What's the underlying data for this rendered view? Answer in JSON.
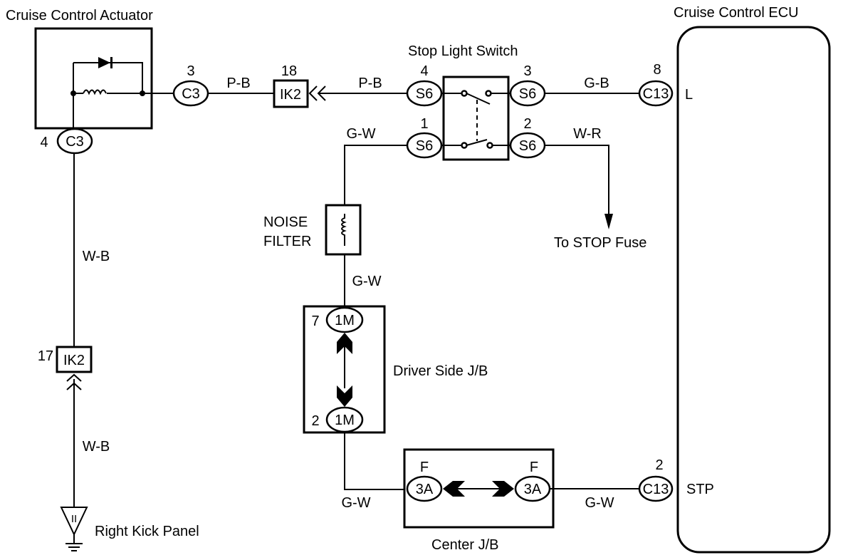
{
  "components": {
    "actuator": "Cruise Control Actuator",
    "ecu": "Cruise Control ECU",
    "stop_light_switch": "Stop Light Switch",
    "noise_filter": [
      "NOISE",
      "FILTER"
    ],
    "driver_jb": "Driver Side J/B",
    "center_jb": "Center J/B",
    "ground": "Right Kick Panel",
    "stop_fuse": "To STOP Fuse"
  },
  "connectors": {
    "c3_3": {
      "code": "C3",
      "pin": "3"
    },
    "c3_4": {
      "code": "C3",
      "pin": "4"
    },
    "ik2_18": {
      "code": "IK2",
      "pin": "18"
    },
    "ik2_17": {
      "code": "IK2",
      "pin": "17"
    },
    "s6_4": {
      "code": "S6",
      "pin": "4"
    },
    "s6_1": {
      "code": "S6",
      "pin": "1"
    },
    "s6_3": {
      "code": "S6",
      "pin": "3"
    },
    "s6_2": {
      "code": "S6",
      "pin": "2"
    },
    "c13_8": {
      "code": "C13",
      "pin": "8",
      "terminal": "L"
    },
    "c13_2": {
      "code": "C13",
      "pin": "2",
      "terminal": "STP"
    },
    "m1_7": {
      "code": "1M",
      "pin": "7"
    },
    "m1_2": {
      "code": "1M",
      "pin": "2"
    },
    "a3_left": {
      "code": "3A",
      "pin": "F"
    },
    "a3_right": {
      "code": "3A",
      "pin": "F"
    }
  },
  "wires": {
    "pb1": "P-B",
    "pb2": "P-B",
    "gb": "G-B",
    "wr": "W-R",
    "gw1": "G-W",
    "gw2": "G-W",
    "gw3": "G-W",
    "gw4": "G-W",
    "wb1": "W-B",
    "wb2": "W-B"
  },
  "ground_symbol": "II"
}
